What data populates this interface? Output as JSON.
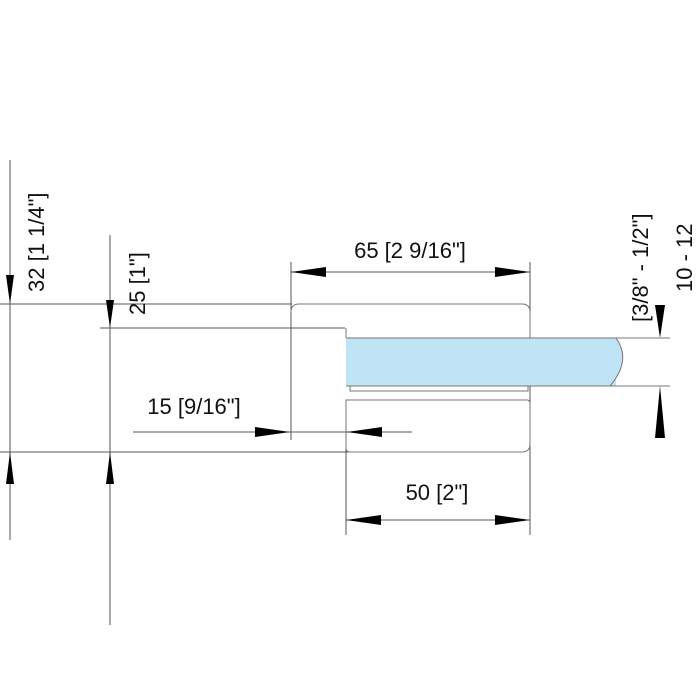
{
  "drawing": {
    "dimensions": {
      "total_height": "32 [1  1/4\"]",
      "inner_height": "25 [1\"]",
      "overall_width": "65 [2  9/16\"]",
      "insert_depth": "15 [9/16\"]",
      "base_width": "50 [2\"]",
      "glass_thickness_mm": "10 - 12",
      "glass_thickness_in": "[3/8\" - 1/2\"]"
    },
    "colors": {
      "glass": "#bfe4f6",
      "line": "#555555"
    }
  }
}
